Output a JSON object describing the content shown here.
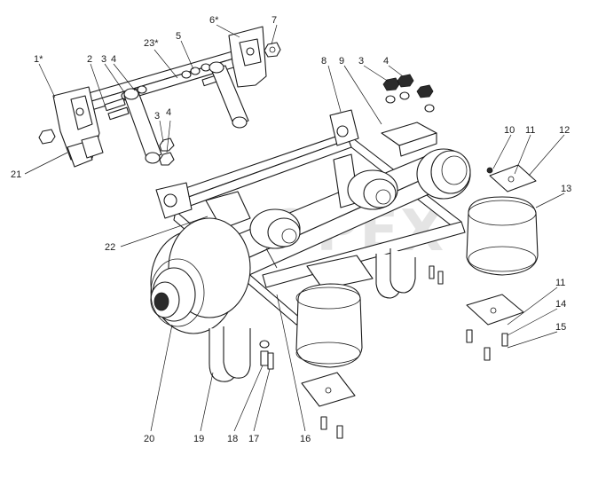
{
  "diagram": {
    "watermark": "OPEX",
    "colors": {
      "line": "#1a1a1a",
      "background": "#ffffff",
      "watermark": "#cfcfcf"
    },
    "callouts": [
      {
        "id": "c1",
        "text": "1*"
      },
      {
        "id": "c2",
        "text": "2"
      },
      {
        "id": "c3a",
        "text": "3"
      },
      {
        "id": "c4a",
        "text": "4"
      },
      {
        "id": "c23",
        "text": "23*"
      },
      {
        "id": "c5",
        "text": "5"
      },
      {
        "id": "c6",
        "text": "6*"
      },
      {
        "id": "c7",
        "text": "7"
      },
      {
        "id": "c8",
        "text": "8"
      },
      {
        "id": "c9",
        "text": "9"
      },
      {
        "id": "c3b",
        "text": "3"
      },
      {
        "id": "c4b",
        "text": "4"
      },
      {
        "id": "c3c",
        "text": "3"
      },
      {
        "id": "c4c",
        "text": "4"
      },
      {
        "id": "c10",
        "text": "10"
      },
      {
        "id": "c11a",
        "text": "11"
      },
      {
        "id": "c12",
        "text": "12"
      },
      {
        "id": "c13",
        "text": "13"
      },
      {
        "id": "c21",
        "text": "21"
      },
      {
        "id": "c22",
        "text": "22"
      },
      {
        "id": "c11b",
        "text": "11"
      },
      {
        "id": "c14",
        "text": "14"
      },
      {
        "id": "c15",
        "text": "15"
      },
      {
        "id": "c20",
        "text": "20"
      },
      {
        "id": "c19",
        "text": "19"
      },
      {
        "id": "c18",
        "text": "18"
      },
      {
        "id": "c17",
        "text": "17"
      },
      {
        "id": "c16",
        "text": "16"
      }
    ]
  }
}
